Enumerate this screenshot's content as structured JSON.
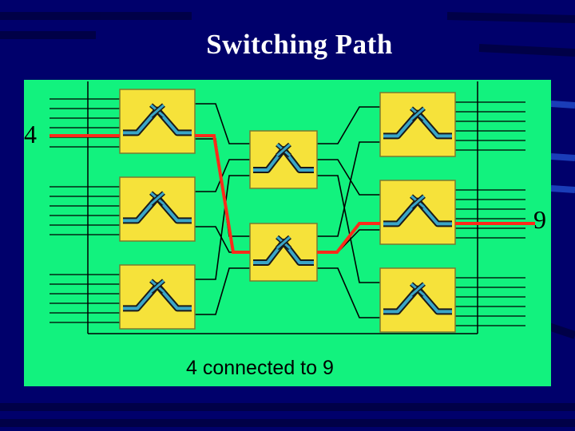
{
  "slide": {
    "title": "Switching Path",
    "caption": "4 connected to 9",
    "input_label": "4",
    "output_label": "9"
  },
  "colors": {
    "background": "#00006b",
    "panel": "#12f27e",
    "switch_fill": "#f6e23a",
    "switch_element": "#3aa6c8",
    "highlight_path": "#ff2a1a",
    "wire": "#000000"
  },
  "icons": {
    "switch_element": "crossbar-switch-icon"
  }
}
